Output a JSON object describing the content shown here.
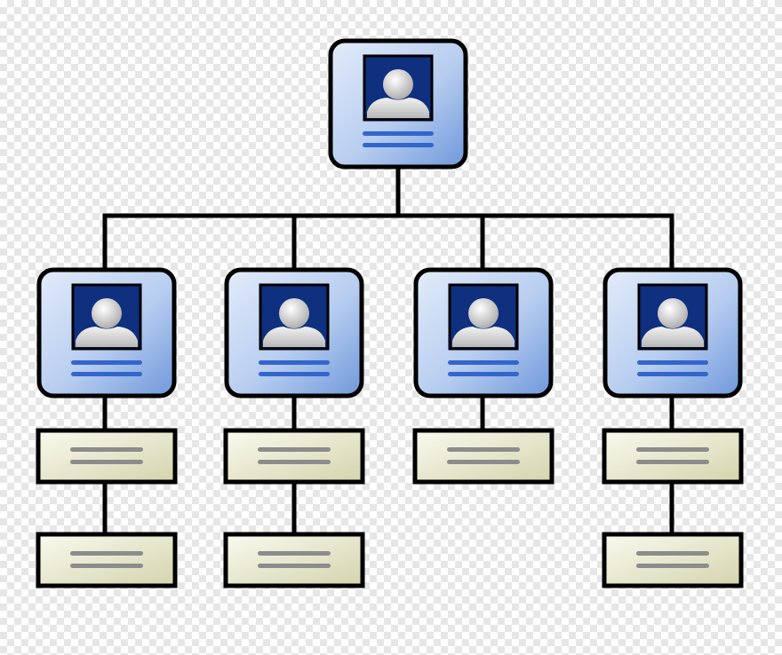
{
  "diagram": {
    "kind": "org-chart",
    "colors": {
      "outline": "#000000",
      "person_card_light": "#dbe6f7",
      "person_card_dark": "#7ea3dd",
      "photo_bg": "#0f2f7f",
      "silhouette": "#e0e0e0",
      "text_line_blue": "#3366cc",
      "note_card_light": "#f7f7e8",
      "note_card_dark": "#d6d6b2",
      "text_line_gray": "#8c8c8c"
    },
    "nodes": [
      {
        "id": "root",
        "type": "person-card",
        "icon": "user-avatar-icon"
      },
      {
        "id": "manager-1",
        "type": "person-card",
        "icon": "user-avatar-icon",
        "parent": "root"
      },
      {
        "id": "manager-2",
        "type": "person-card",
        "icon": "user-avatar-icon",
        "parent": "root"
      },
      {
        "id": "manager-3",
        "type": "person-card",
        "icon": "user-avatar-icon",
        "parent": "root"
      },
      {
        "id": "manager-4",
        "type": "person-card",
        "icon": "user-avatar-icon",
        "parent": "root"
      },
      {
        "id": "note-1a",
        "type": "note-card",
        "parent": "manager-1"
      },
      {
        "id": "note-1b",
        "type": "note-card",
        "parent": "note-1a"
      },
      {
        "id": "note-2a",
        "type": "note-card",
        "parent": "manager-2"
      },
      {
        "id": "note-2b",
        "type": "note-card",
        "parent": "note-2a"
      },
      {
        "id": "note-3a",
        "type": "note-card",
        "parent": "manager-3"
      },
      {
        "id": "note-4a",
        "type": "note-card",
        "parent": "manager-4"
      },
      {
        "id": "note-4b",
        "type": "note-card",
        "parent": "note-4a"
      }
    ]
  }
}
